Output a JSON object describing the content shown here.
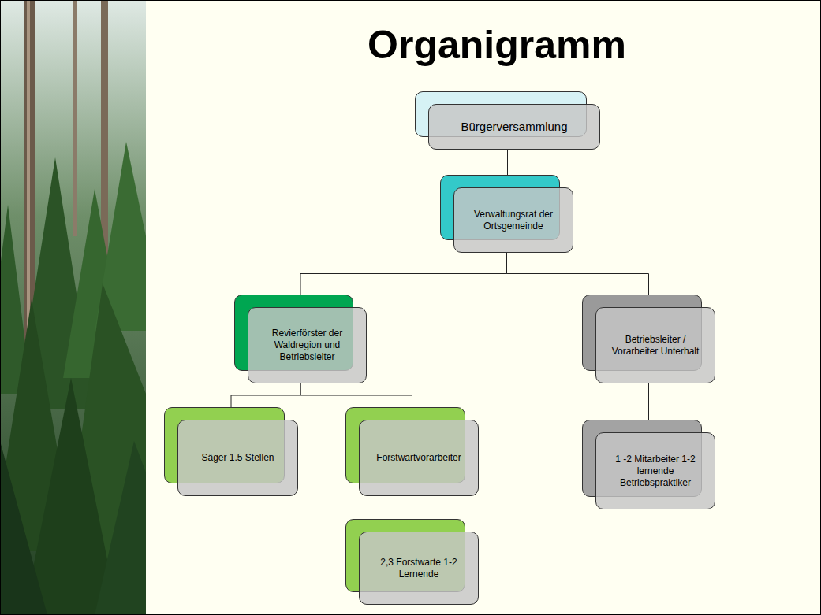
{
  "diagram": {
    "title": "Organigramm",
    "nodes": [
      {
        "text": [
          "Bürgerversammlung"
        ]
      },
      {
        "text": [
          "Verwaltungsrat der Ortsgemeinde"
        ]
      },
      {
        "text": [
          "Revierförster der Waldregion und Betriebsleiter"
        ]
      },
      {
        "text": [
          "Betriebsleiter / Vorarbeiter Unterhalt"
        ]
      },
      {
        "text": [
          "Säger 1.5 Stellen"
        ]
      },
      {
        "text": [
          "Forstwartvorarbeiter"
        ]
      },
      {
        "text": [
          "2,3 Forstwarte 1-2 Lernende"
        ]
      },
      {
        "text": [
          "1 -2 Mitarbeiter 1-2 lernende Betriebspraktiker"
        ]
      }
    ],
    "edges": [
      {
        "from": 0,
        "to": 1,
        "arrow": "none"
      },
      {
        "from": 1,
        "to": 2,
        "arrow": "none"
      },
      {
        "from": 1,
        "to": 3,
        "arrow": "none"
      },
      {
        "from": 2,
        "to": 4,
        "arrow": "none"
      },
      {
        "from": 2,
        "to": 5,
        "arrow": "none"
      },
      {
        "from": 5,
        "to": 6,
        "arrow": "none"
      },
      {
        "from": 3,
        "to": 7,
        "arrow": "none"
      }
    ]
  }
}
